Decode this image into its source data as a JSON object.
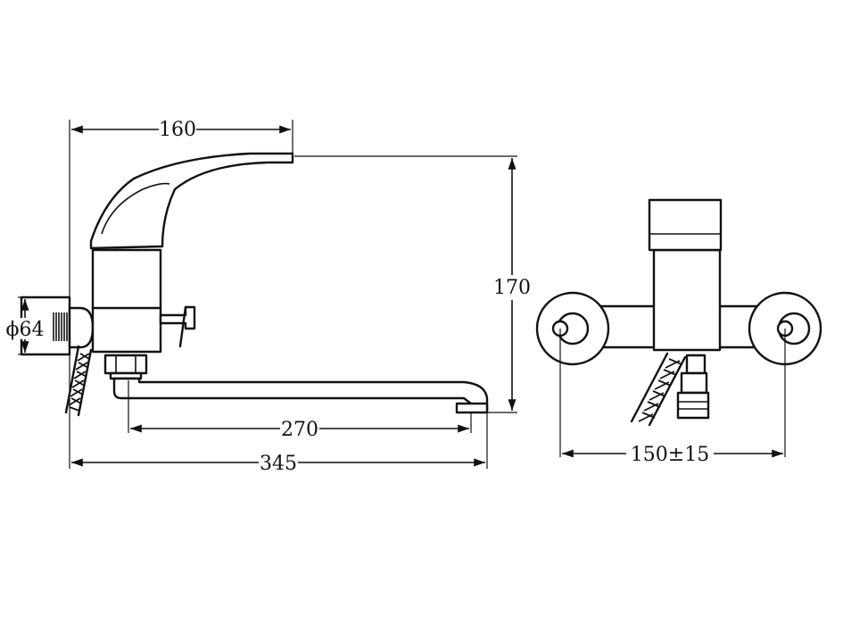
{
  "dimensions": {
    "spout_reach_top": "160",
    "height": "170",
    "inlet_diameter": "ϕ64",
    "spout_length": "270",
    "overall_length": "345",
    "center_distance": "150±15"
  },
  "colors": {
    "line": "#111111",
    "background": "#ffffff"
  }
}
